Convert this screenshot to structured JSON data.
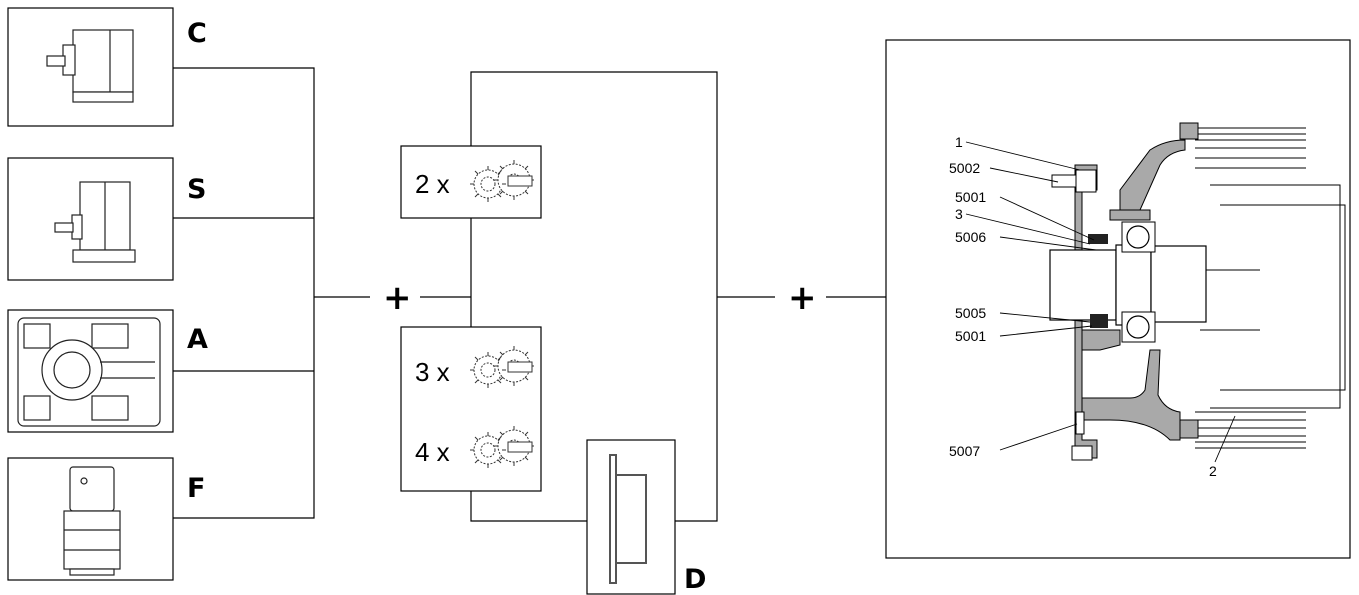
{
  "gearbox_variants": [
    {
      "letter": "C"
    },
    {
      "letter": "S"
    },
    {
      "letter": "A"
    },
    {
      "letter": "F"
    }
  ],
  "operators": {
    "plus_1": "+",
    "plus_2": "+"
  },
  "gear_stages": [
    {
      "label": "2 x"
    },
    {
      "label": "3 x"
    },
    {
      "label": "4 x"
    }
  ],
  "mount_variant": {
    "letter": "D"
  },
  "section_callouts": {
    "part_1": "1",
    "part_5002": "5002",
    "part_5001_a": "5001",
    "part_3": "3",
    "part_5006": "5006",
    "part_5005": "5005",
    "part_5001_b": "5001",
    "part_5007": "5007",
    "part_2": "2"
  }
}
